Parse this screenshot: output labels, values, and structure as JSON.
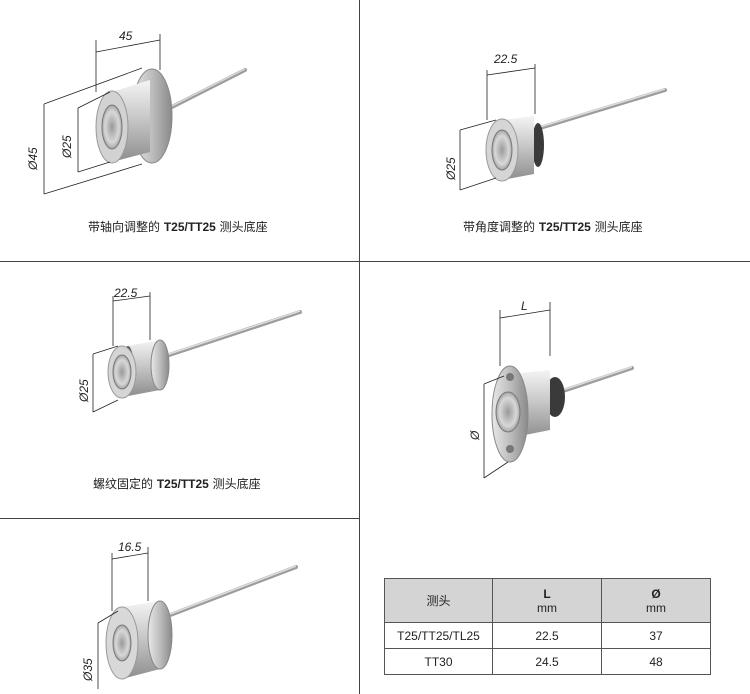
{
  "panels": {
    "p1": {
      "dim_top": "45",
      "dim_left_outer": "Ø45",
      "dim_left_inner": "Ø25",
      "caption_pre": "带轴向调整的 ",
      "caption_model": "T25/TT25",
      "caption_post": " 测头底座"
    },
    "p2": {
      "dim_top": "22.5",
      "dim_left": "Ø25",
      "caption_pre": "带角度调整的 ",
      "caption_model": "T25/TT25",
      "caption_post": " 测头底座"
    },
    "p3": {
      "dim_top": "22.5",
      "dim_left": "Ø25",
      "caption_pre": "螺纹固定的 ",
      "caption_model": "T25/TT25",
      "caption_post": " 测头底座"
    },
    "p4": {
      "dim_top": "L",
      "dim_left": "Ø"
    },
    "p5": {
      "dim_top": "16.5",
      "dim_left": "Ø35"
    }
  },
  "table": {
    "header": {
      "col1": "测头",
      "col2_title": "L",
      "col2_unit": "mm",
      "col3_title": "Ø",
      "col3_unit": "mm"
    },
    "rows": [
      {
        "probe": "T25/TT25/TL25",
        "L": "22.5",
        "D": "37"
      },
      {
        "probe": "TT30",
        "L": "24.5",
        "D": "48"
      }
    ]
  }
}
